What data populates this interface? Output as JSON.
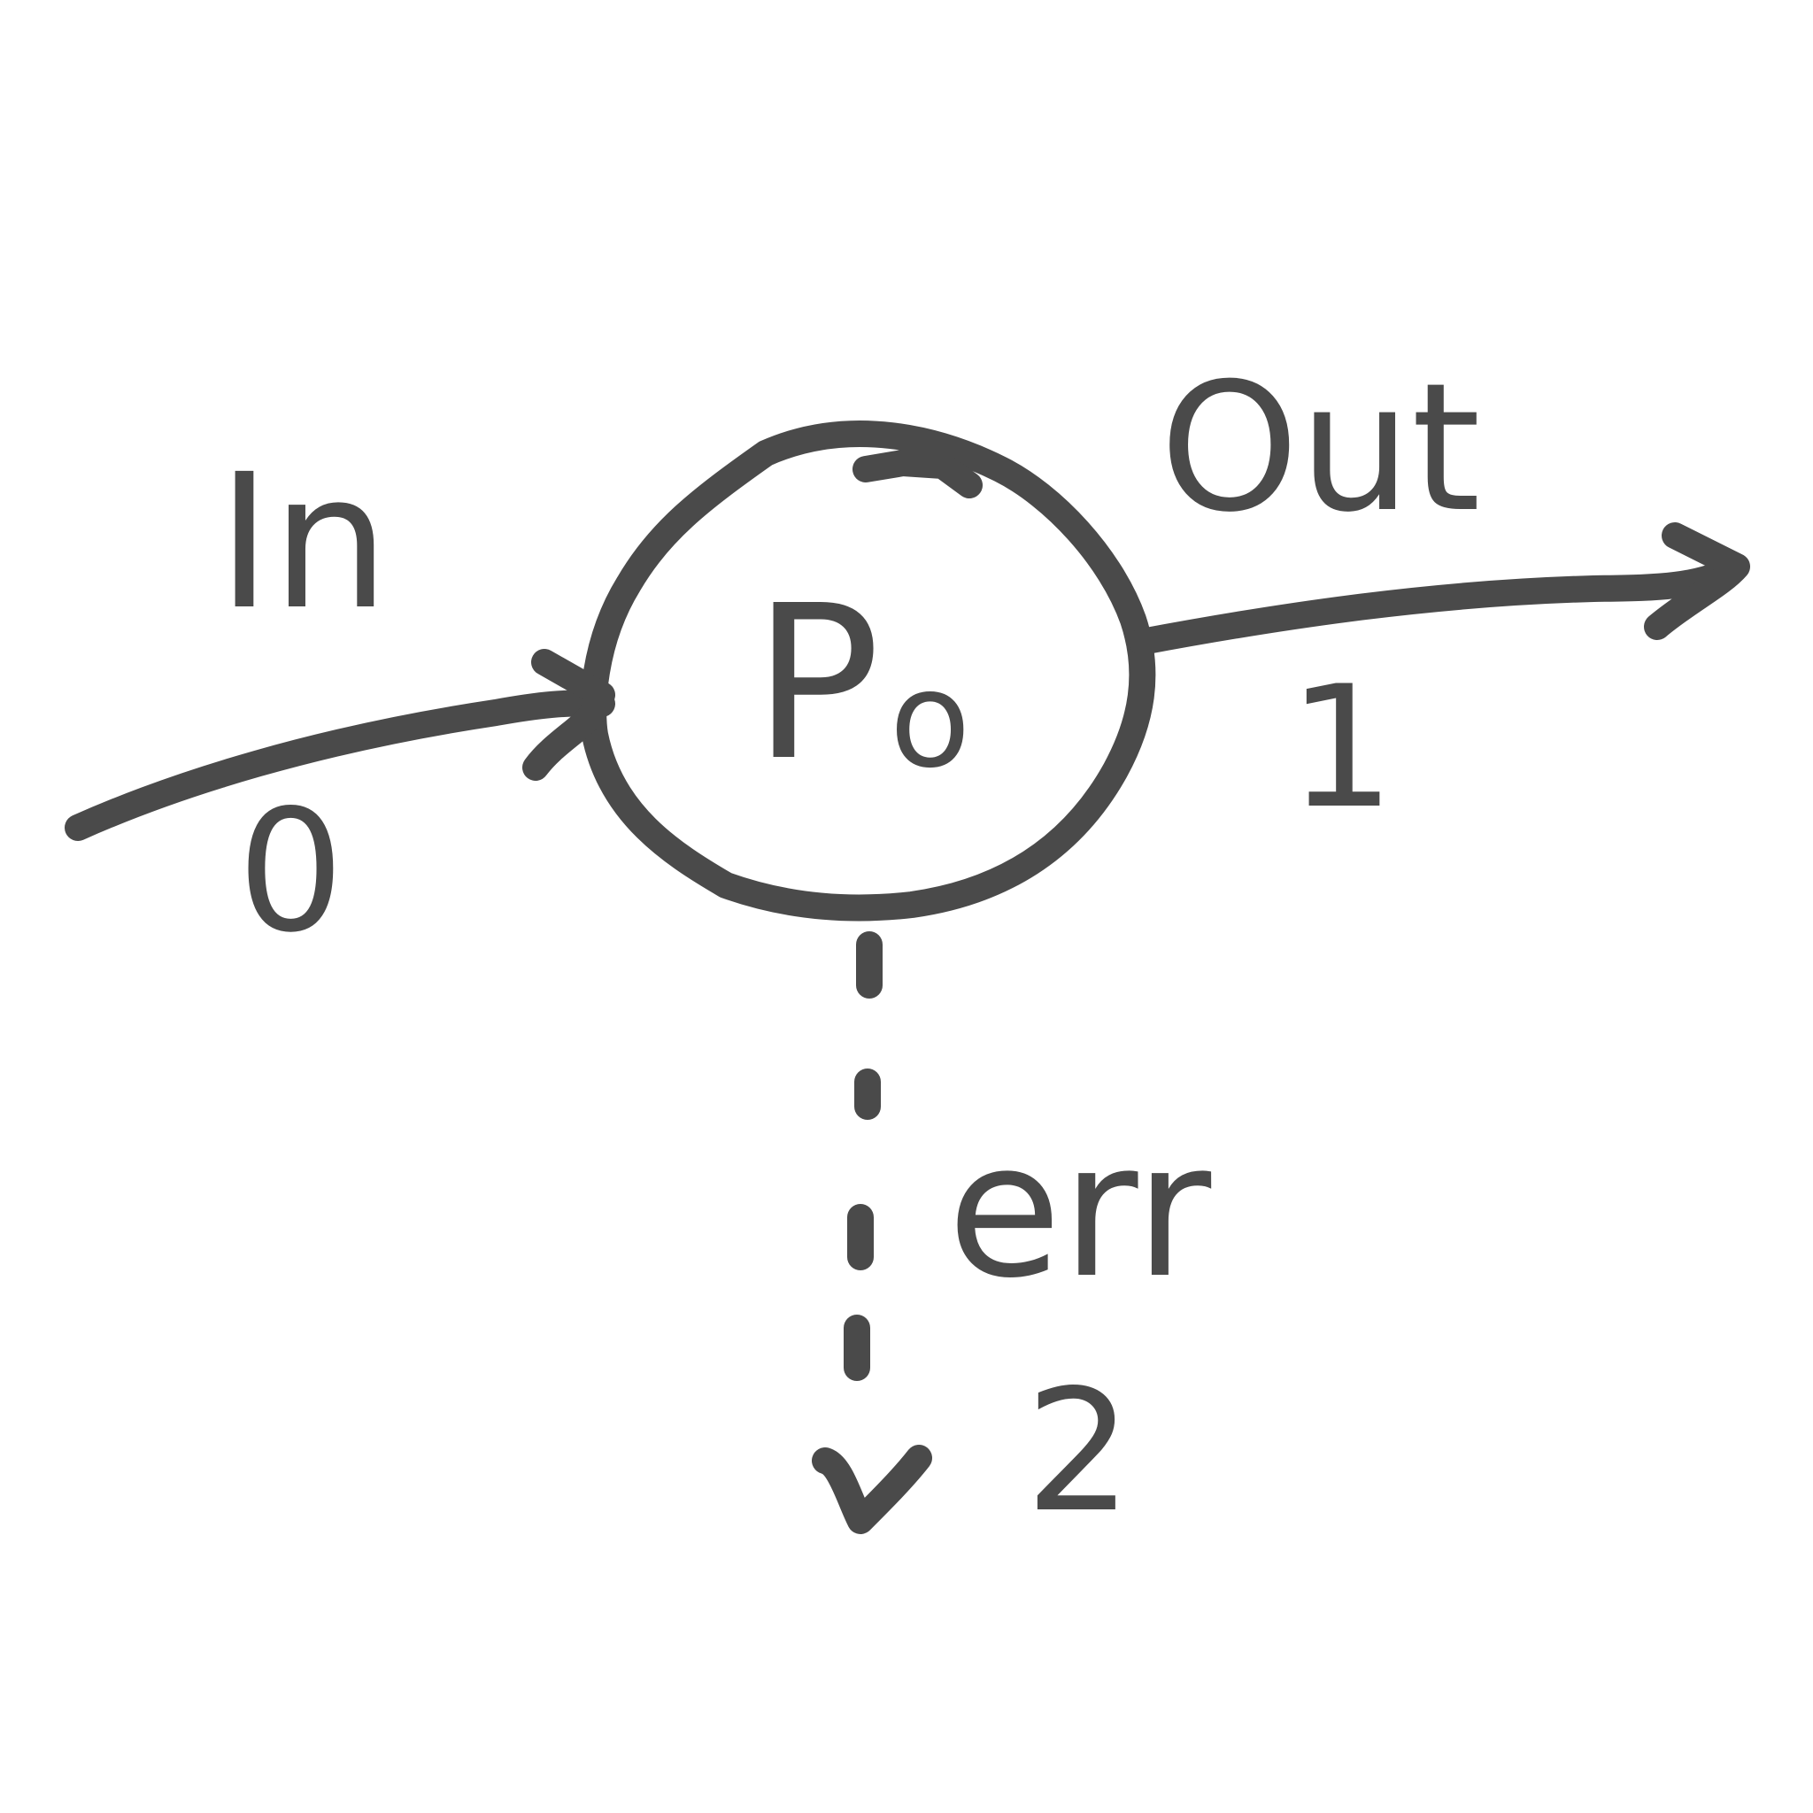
{
  "diagram": {
    "ink_color": "#4a4a4a",
    "background": "#ffffff",
    "state": {
      "label": "P",
      "subscript": "o"
    },
    "input": {
      "label": "In",
      "index": "0"
    },
    "output": {
      "label": "Out",
      "index": "1"
    },
    "error": {
      "label": "err",
      "index": "2"
    }
  }
}
